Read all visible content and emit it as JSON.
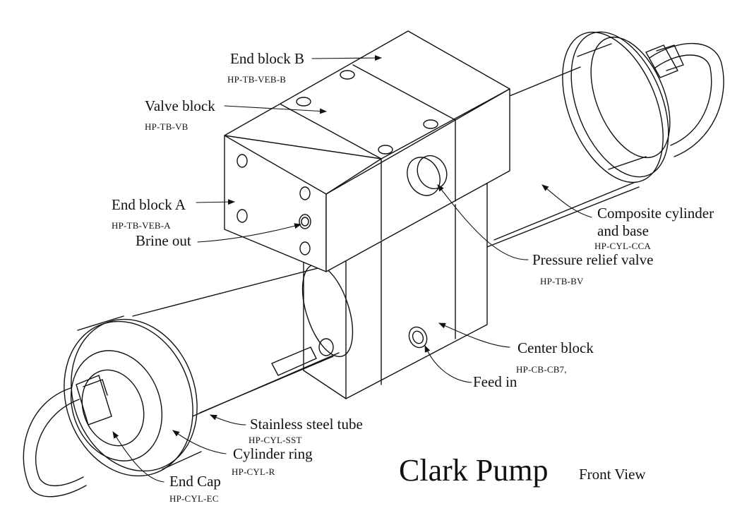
{
  "title": "Clark Pump",
  "subtitle": "Front View",
  "parts": {
    "end_block_b": {
      "name": "End block B",
      "code": "HP-TB-VEB-B"
    },
    "valve_block": {
      "name": "Valve block",
      "code": "HP-TB-VB"
    },
    "end_block_a": {
      "name": "End block A",
      "code": "HP-TB-VEB-A"
    },
    "brine_out": {
      "name": "Brine out"
    },
    "composite_cylinder": {
      "name_line1": "Composite cylinder",
      "name_line2": "and base",
      "code": "HP-CYL-CCA"
    },
    "pressure_relief_valve": {
      "name": "Pressure relief valve",
      "code": "HP-TB-BV"
    },
    "center_block": {
      "name": "Center block",
      "code": "HP-CB-CB7,"
    },
    "feed_in": {
      "name": "Feed in"
    },
    "stainless_steel_tube": {
      "name": "Stainless steel tube",
      "code": "HP-CYL-SST"
    },
    "cylinder_ring": {
      "name": "Cylinder ring",
      "code": "HP-CYL-R"
    },
    "end_cap": {
      "name": "End Cap",
      "code": "HP-CYL-EC"
    }
  }
}
